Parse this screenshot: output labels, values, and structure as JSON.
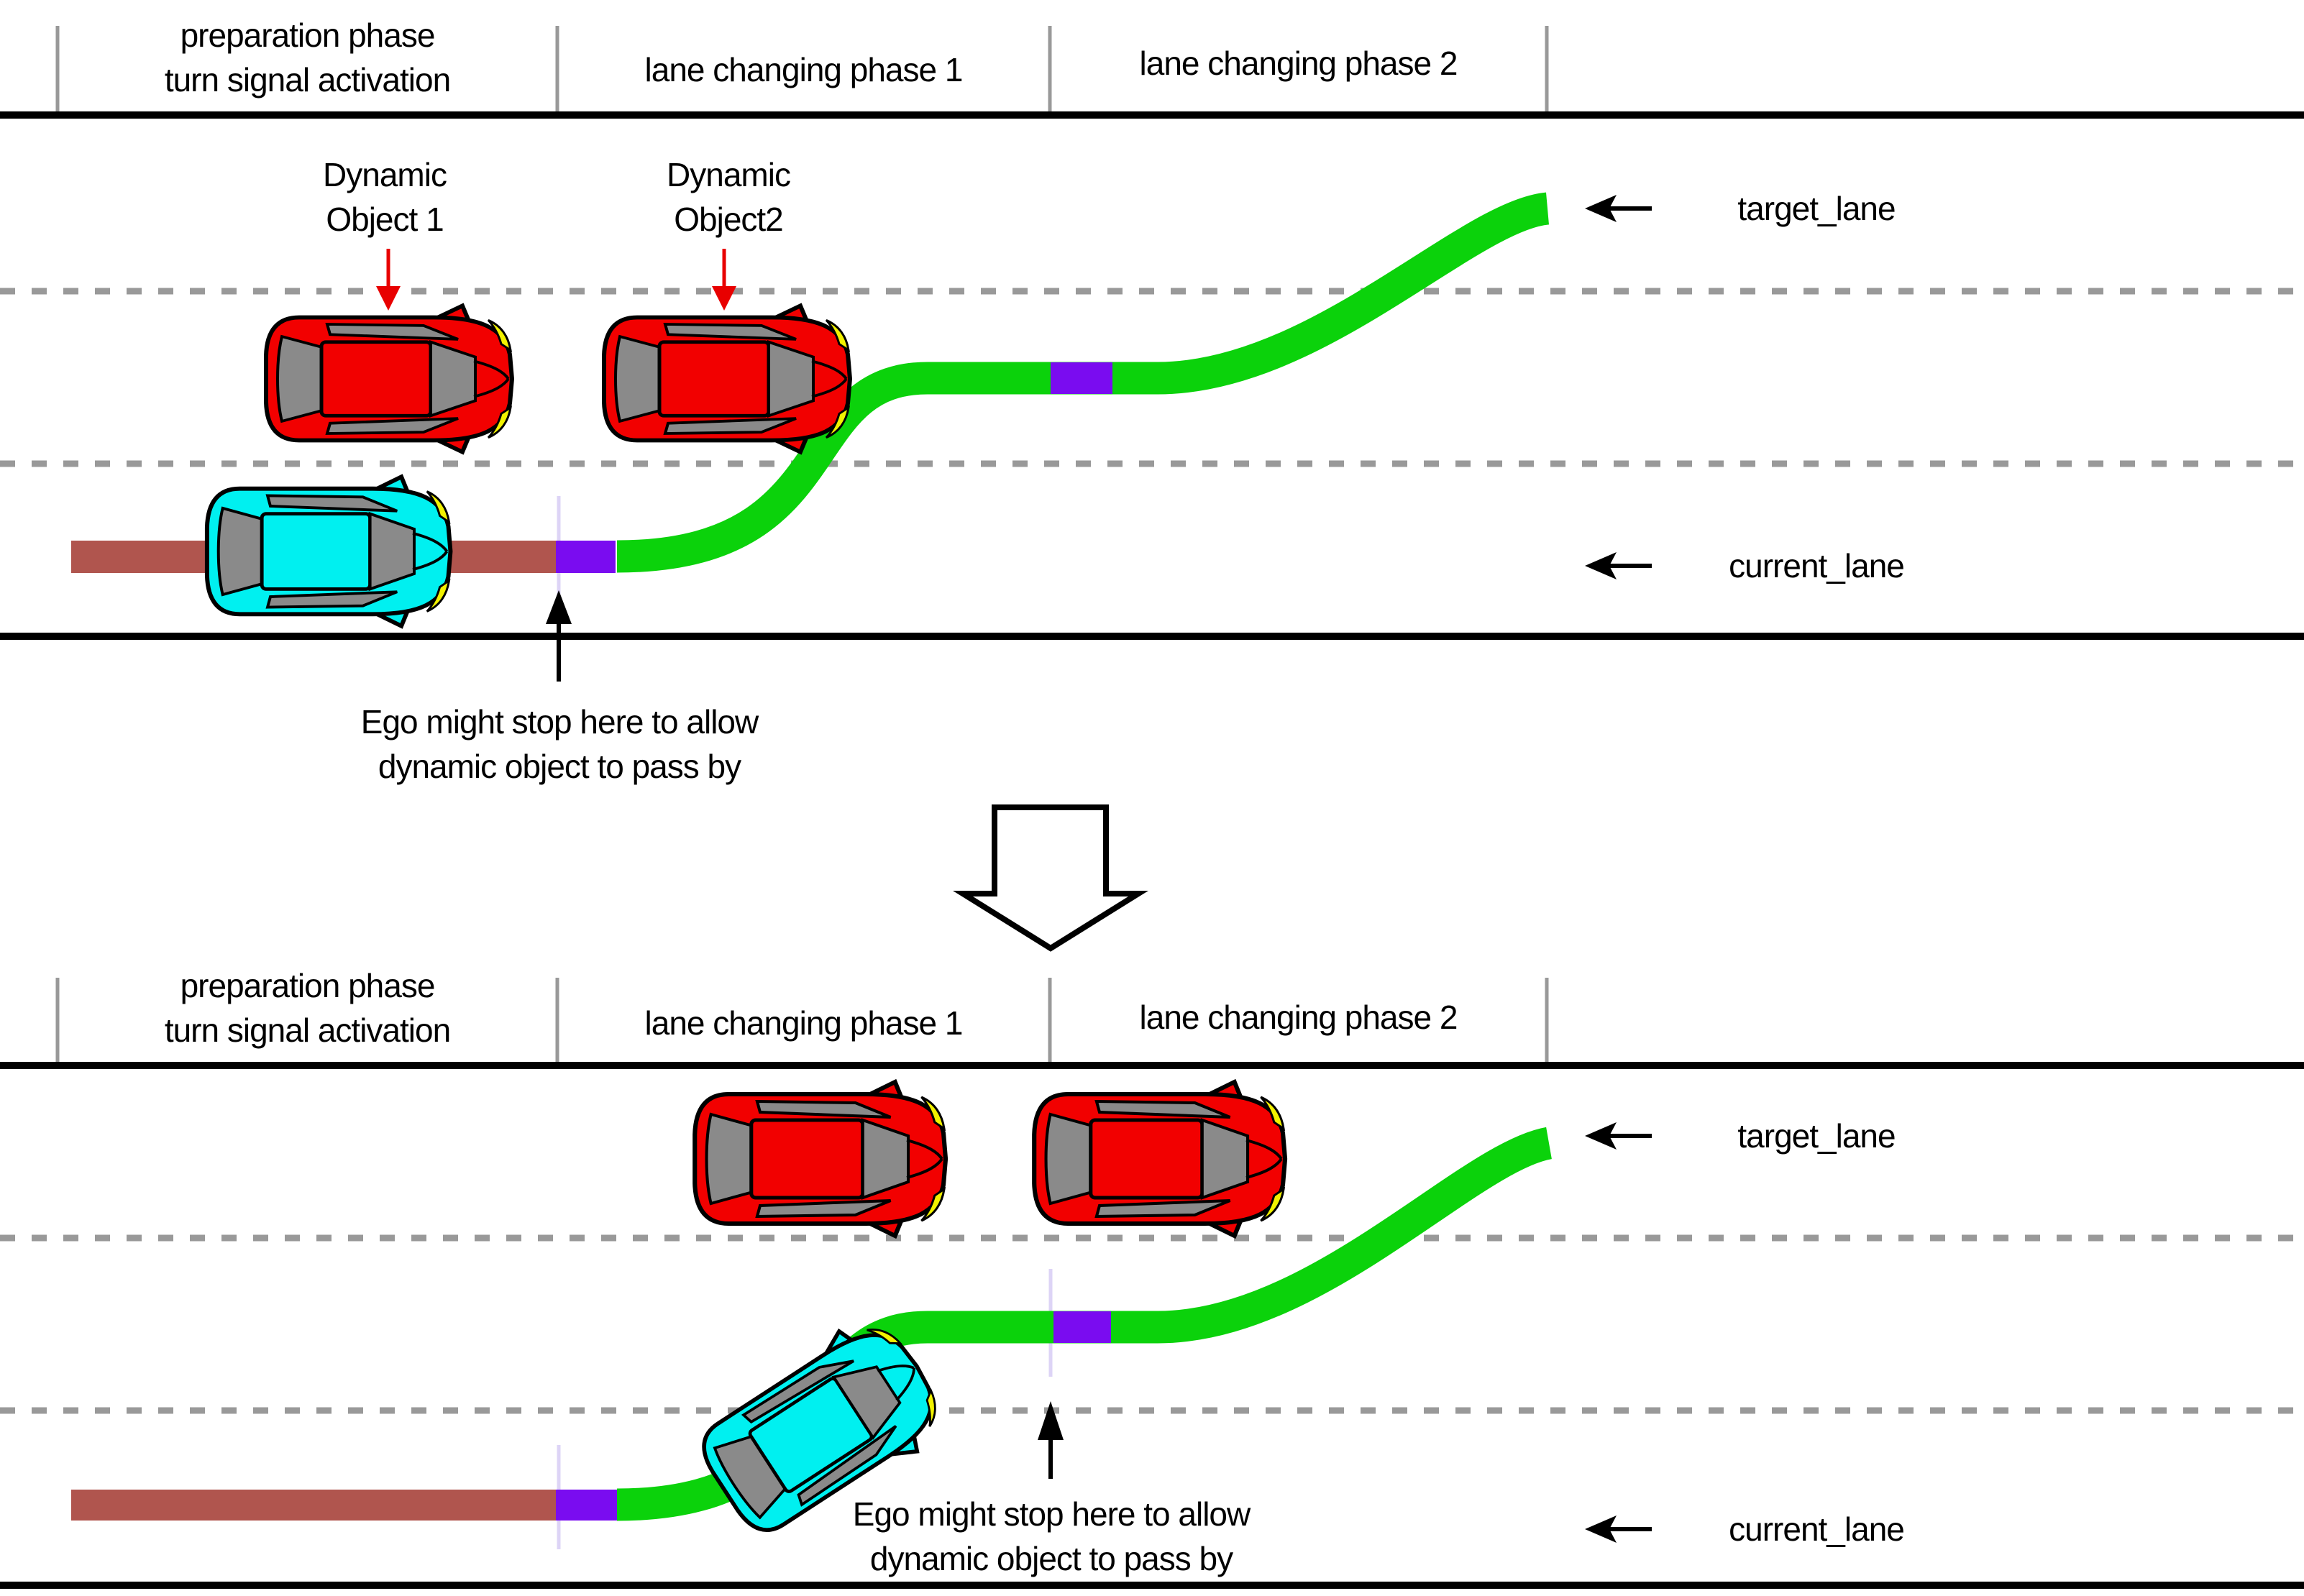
{
  "colors": {
    "trajectory_green": "#0bd20b",
    "stop_purple": "#7a0cf0",
    "traveled_brown": "#b0554e",
    "ego_cyan": "#00f0f0",
    "object_red": "#f20000",
    "glass_gray": "#8a8a8a",
    "headlight_yellow": "#f2f200",
    "lane_gray": "#999999",
    "stopline_lavender": "#ddd4f6",
    "annotation_red": "#e80000"
  },
  "top_panel": {
    "phase1_line1": "preparation phase",
    "phase1_line2": "turn signal activation",
    "phase2": "lane changing phase 1",
    "phase3": "lane changing phase 2",
    "object1_line1": "Dynamic",
    "object1_line2": "Object 1",
    "object2_line1": "Dynamic",
    "object2_line2": "Object2",
    "ego_note_line1": "Ego might stop here to allow",
    "ego_note_line2": "dynamic object to pass by",
    "target_lane_label": "target_lane",
    "current_lane_label": "current_lane"
  },
  "bottom_panel": {
    "phase1_line1": "preparation phase",
    "phase1_line2": "turn signal activation",
    "phase2": "lane changing phase 1",
    "phase3": "lane changing phase 2",
    "ego_note_line1": "Ego might stop here to allow",
    "ego_note_line2": "dynamic object to pass by",
    "target_lane_label": "target_lane",
    "current_lane_label": "current_lane"
  }
}
